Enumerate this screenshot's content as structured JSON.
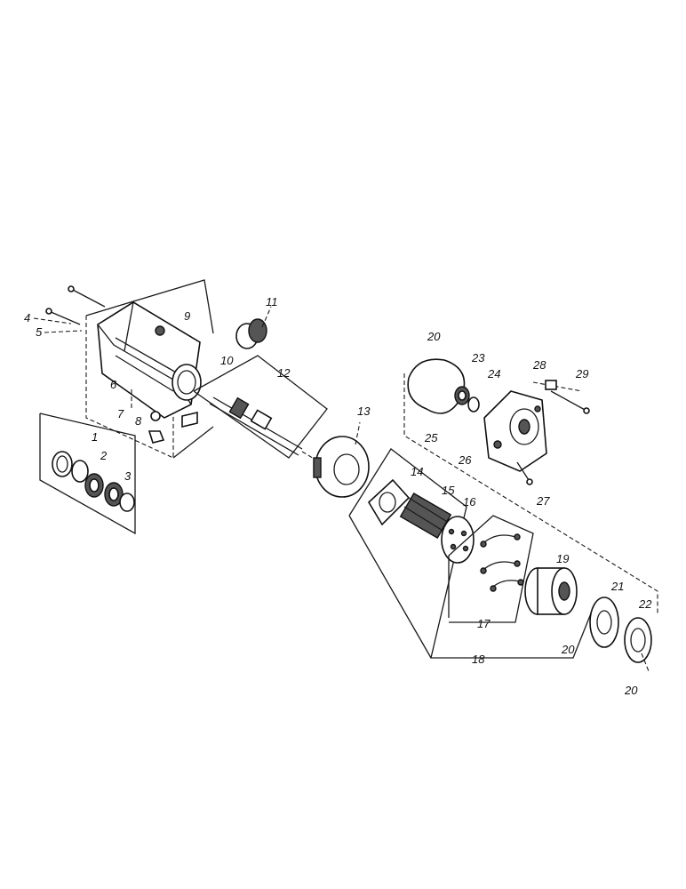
{
  "callouts": {
    "c1": "1",
    "c2": "2",
    "c3": "3",
    "c4": "4",
    "c5": "5",
    "c6": "6",
    "c7": "7",
    "c8": "8",
    "c9": "9",
    "c10": "10",
    "c11": "11",
    "c12": "12",
    "c13": "13",
    "c14": "14",
    "c15": "15",
    "c16": "16",
    "c17": "17",
    "c18": "18",
    "c19": "19",
    "c20a": "20",
    "c20b": "20",
    "c20c": "20",
    "c21": "21",
    "c22": "22",
    "c23": "23",
    "c24": "24",
    "c25": "25",
    "c26": "26",
    "c27": "27",
    "c28": "28",
    "c29": "29"
  }
}
